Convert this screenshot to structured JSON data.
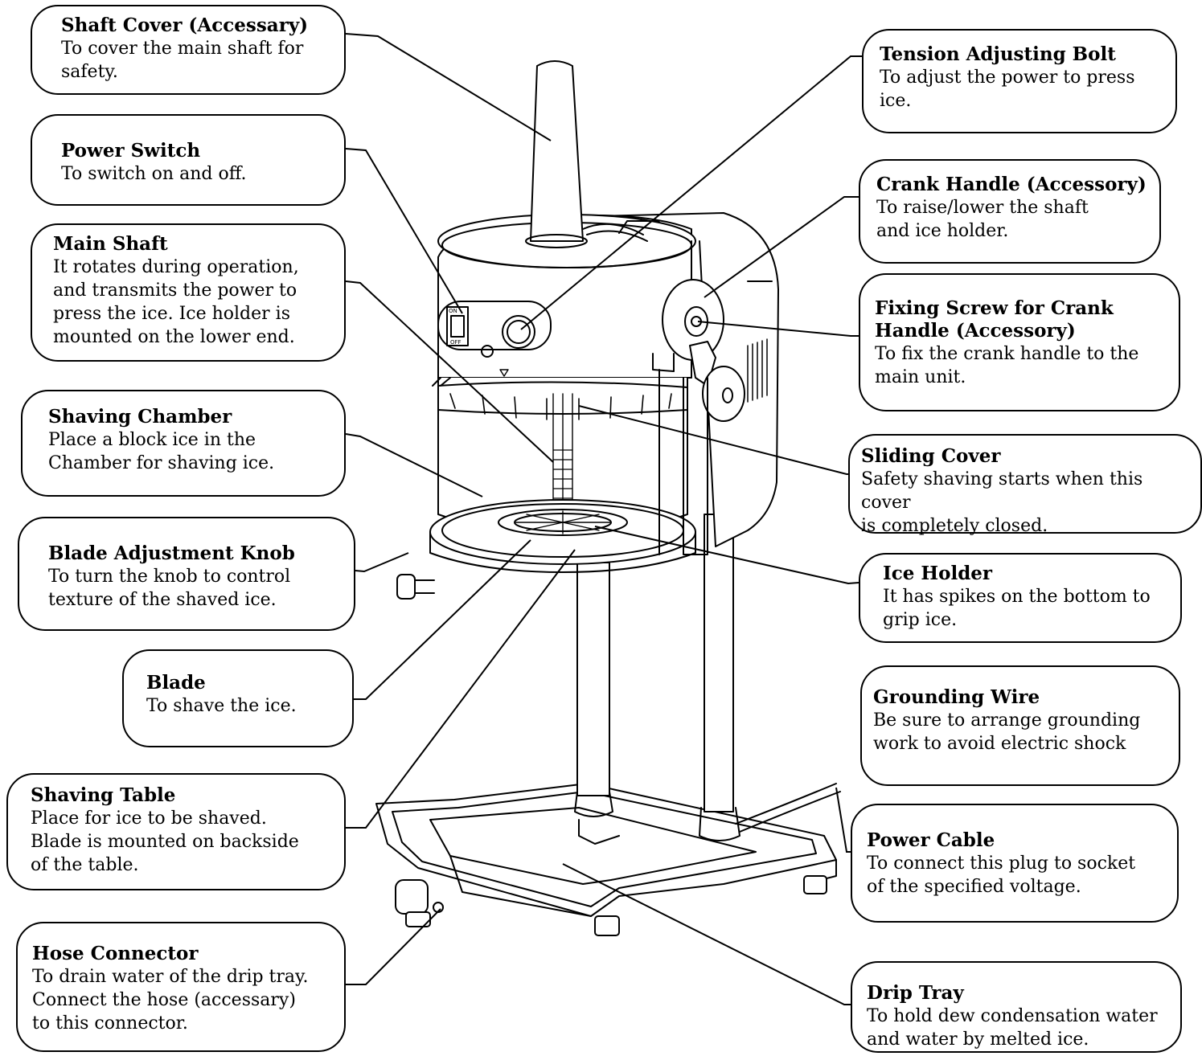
{
  "callouts": [
    {
      "id": "shaft-cover",
      "title": "Shaft Cover (Accessary)",
      "desc": "  To cover the main shaft for\n  safety."
    },
    {
      "id": "power-switch",
      "title": "Power Switch",
      "desc": "  To switch on and off."
    },
    {
      "id": "main-shaft",
      "title": "Main Shaft",
      "desc": " It rotates during operation,\n and transmits the power to\n press the ice.  Ice holder is\n mounted on the lower end."
    },
    {
      "id": "shaving-chamber",
      "title": "Shaving Chamber",
      "desc": " Place a block ice in the\n Chamber for shaving ice."
    },
    {
      "id": "blade-adjustment-knob",
      "title": "Blade Adjustment Knob",
      "desc": "  To turn the knob to control\n  texture of the shaved ice."
    },
    {
      "id": "blade",
      "title": "Blade",
      "desc": "  To shave the ice."
    },
    {
      "id": "shaving-table",
      "title": "Shaving Table",
      "desc": "  Place for ice to be shaved.\n  Blade is mounted on backside\n of the table."
    },
    {
      "id": "hose-connector",
      "title": "Hose Connector",
      "desc": "  To drain water of the drip tray.\n  Connect the hose (accessary)\n to this connector."
    },
    {
      "id": "tension-adjusting-bolt",
      "title": "Tension Adjusting Bolt",
      "desc": "  To adjust the power to press\n  ice."
    },
    {
      "id": "crank-handle",
      "title": "Crank Handle (Accessory)",
      "desc": "  To raise/lower the shaft\n and ice holder."
    },
    {
      "id": "fixing-screw",
      "title": "Fixing Screw for Crank\nHandle (Accessory)",
      "desc": "To fix the crank handle to the\nmain unit."
    },
    {
      "id": "sliding-cover",
      "title": "Sliding Cover",
      "desc": "Safety shaving starts when this cover\nis completely closed."
    },
    {
      "id": "ice-holder",
      "title": "Ice Holder",
      "desc": "  It has spikes on the bottom to\ngrip ice."
    },
    {
      "id": "grounding-wire",
      "title": "Grounding Wire",
      "desc": "  Be sure to arrange grounding\n  work to avoid electric shock"
    },
    {
      "id": "power-cable",
      "title": "Power Cable",
      "desc": " To connect this plug to socket\n of the specified voltage."
    },
    {
      "id": "drip-tray",
      "title": "Drip Tray",
      "desc": "To hold dew condensation water\nand water by melted ice."
    }
  ],
  "switch_labels": {
    "on": "ON",
    "off": "OFF"
  }
}
